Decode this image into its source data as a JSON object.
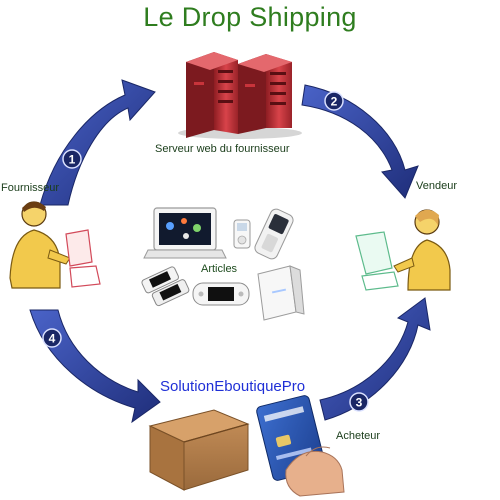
{
  "title": "Le Drop Shipping",
  "labels": {
    "server": "Serveur web du fournisseur",
    "supplier": "Fournisseur",
    "seller": "Vendeur",
    "articles": "Articles",
    "buyer": "Acheteur",
    "brand": "SolutionEboutiquePro"
  },
  "steps": [
    "1",
    "2",
    "3",
    "4"
  ],
  "colors": {
    "title": "#2f7d1f",
    "arrow": "#2b3f97",
    "arrow_highlight": "#4a63c8",
    "brand": "#1f2fd6",
    "server": "#c8343b",
    "box": "#b07d4b",
    "person": "#f2c94c"
  }
}
